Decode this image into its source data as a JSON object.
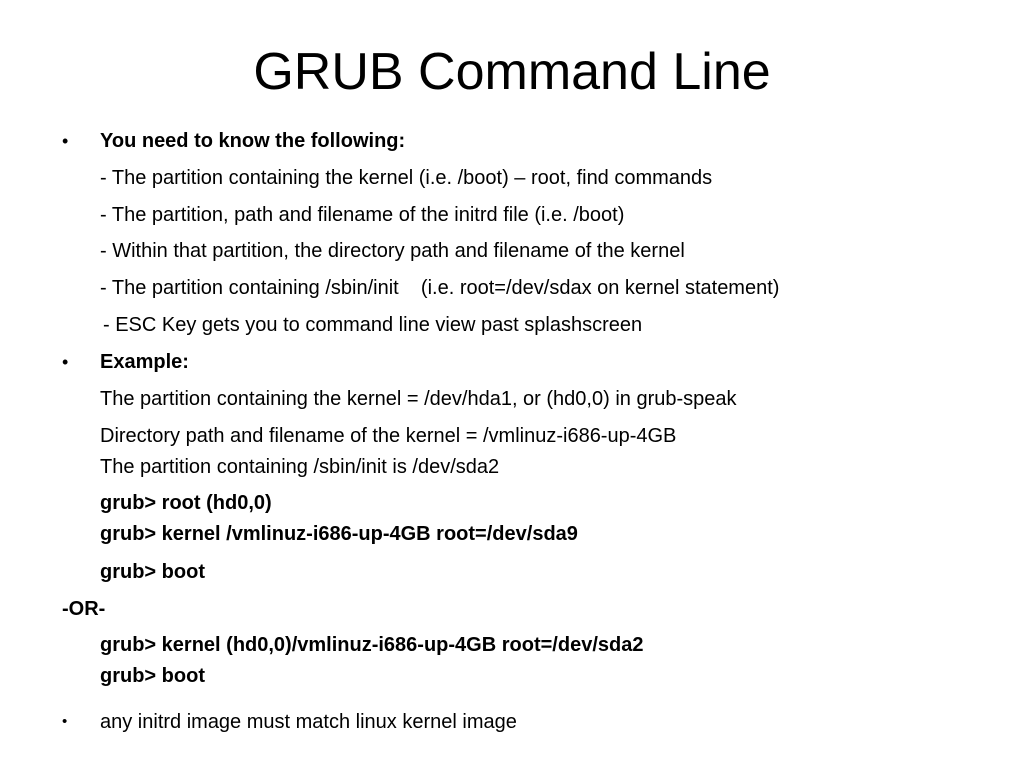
{
  "slide": {
    "title": "GRUB Command Line",
    "bullet_glyph": "•",
    "lines": [
      "You need to know the following:",
      "- The partition containing the kernel (i.e. /boot) – root, find commands",
      "- The partition, path and filename of the initrd file (i.e. /boot)",
      "- Within that partition, the directory path and filename of the kernel",
      "- The partition containing /sbin/init    (i.e. root=/dev/sdax on kernel statement)",
      "- ESC Key gets you to command line view past splashscreen",
      "Example:",
      "The partition containing the kernel = /dev/hda1, or (hd0,0) in grub-speak",
      "Directory path and filename of the kernel = /vmlinuz-i686-up-4GB",
      "The partition containing /sbin/init is /dev/sda2",
      "grub> root (hd0,0)",
      "grub> kernel /vmlinuz-i686-up-4GB root=/dev/sda9",
      "grub> boot",
      "-OR-",
      "grub> kernel (hd0,0)/vmlinuz-i686-up-4GB root=/dev/sda2",
      "grub> boot",
      "any initrd image must match linux kernel image"
    ]
  }
}
